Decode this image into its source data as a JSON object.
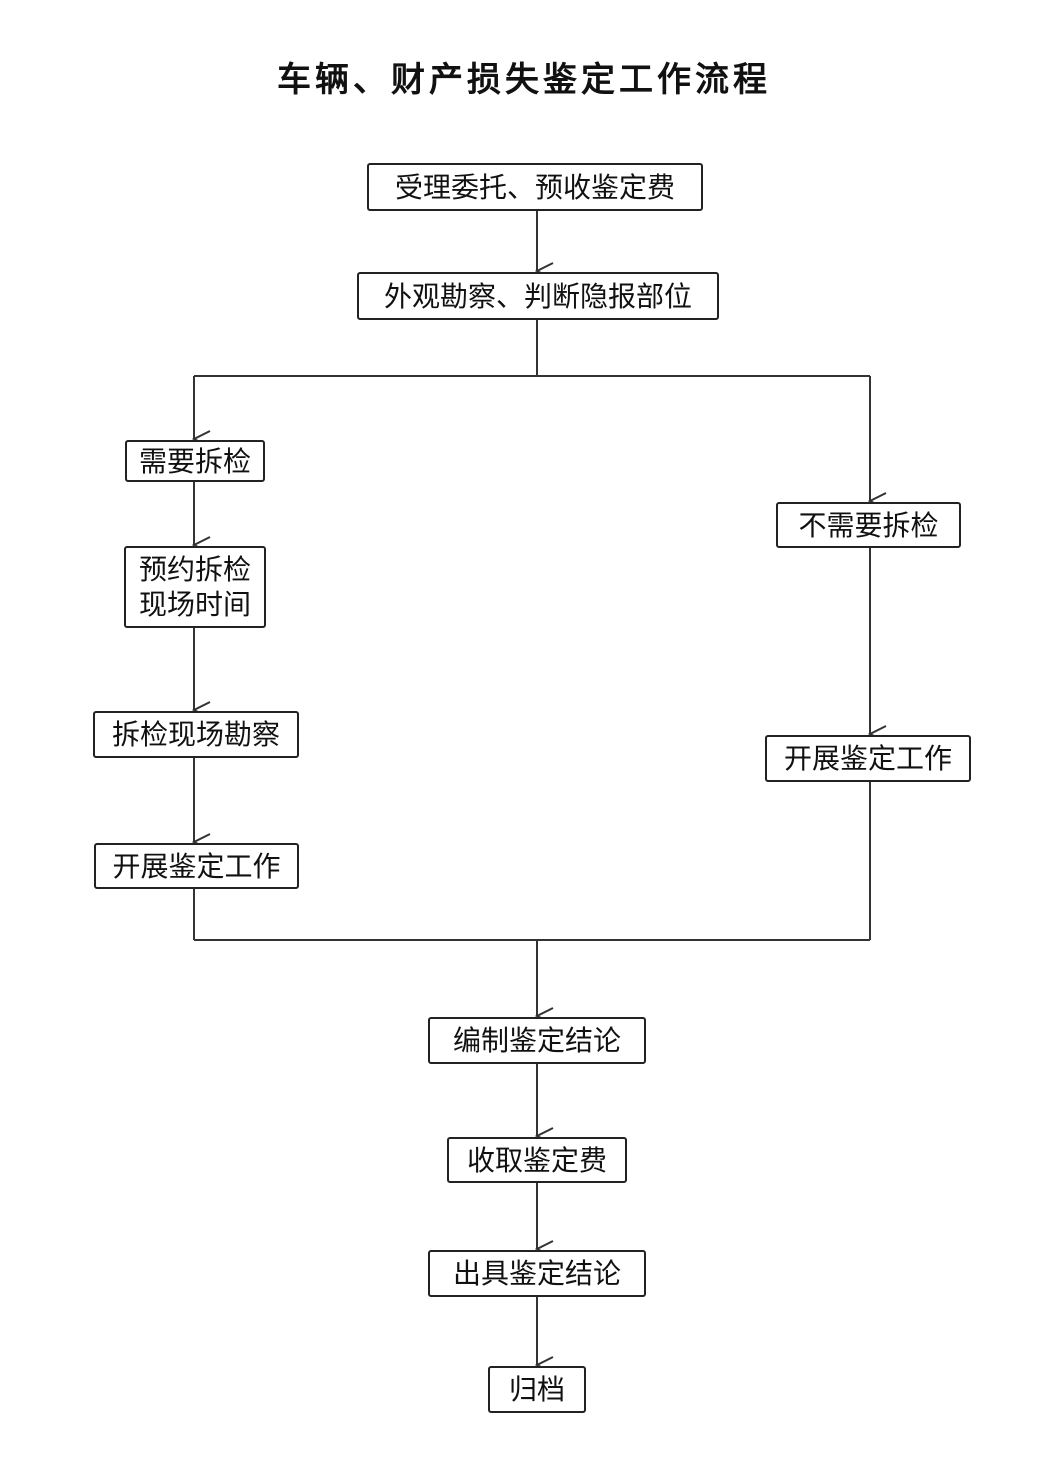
{
  "title": "车辆、财产损失鉴定工作流程",
  "nodes": {
    "accept": "受理委托、预收鉴定费",
    "inspect": "外观勘察、判断隐报部位",
    "need_dismantle": "需要拆检",
    "appointment_line1": "预约拆检",
    "appointment_line2": "现场时间",
    "dismantle_survey": "拆检现场勘察",
    "left_appraisal": "开展鉴定工作",
    "no_dismantle": "不需要拆检",
    "right_appraisal": "开展鉴定工作",
    "compile": "编制鉴定结论",
    "collect_fee": "收取鉴定费",
    "issue": "出具鉴定结论",
    "archive": "归档"
  }
}
